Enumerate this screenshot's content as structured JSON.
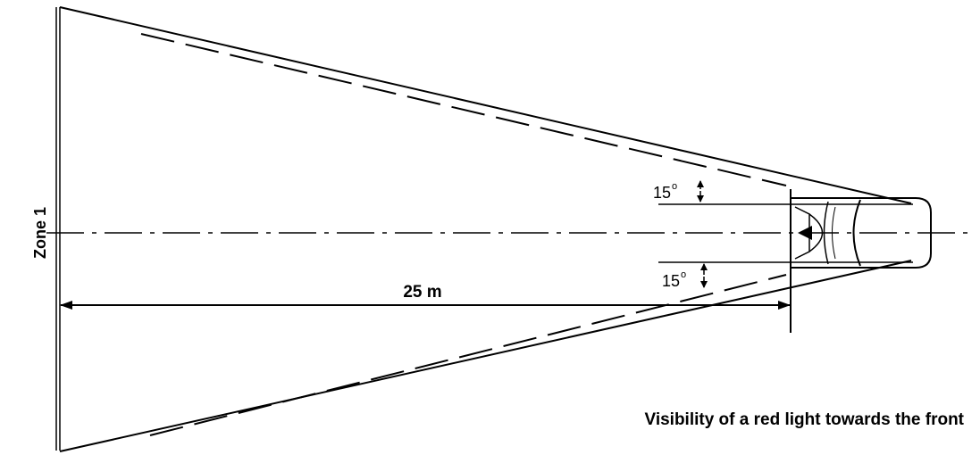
{
  "zone_label": "Zone 1",
  "distance_label": "25 m",
  "angle_top_value": "15",
  "angle_bottom_value": "15",
  "degree_symbol": "o",
  "caption": "Visibility of a red light towards the front",
  "line_color": "#000000"
}
